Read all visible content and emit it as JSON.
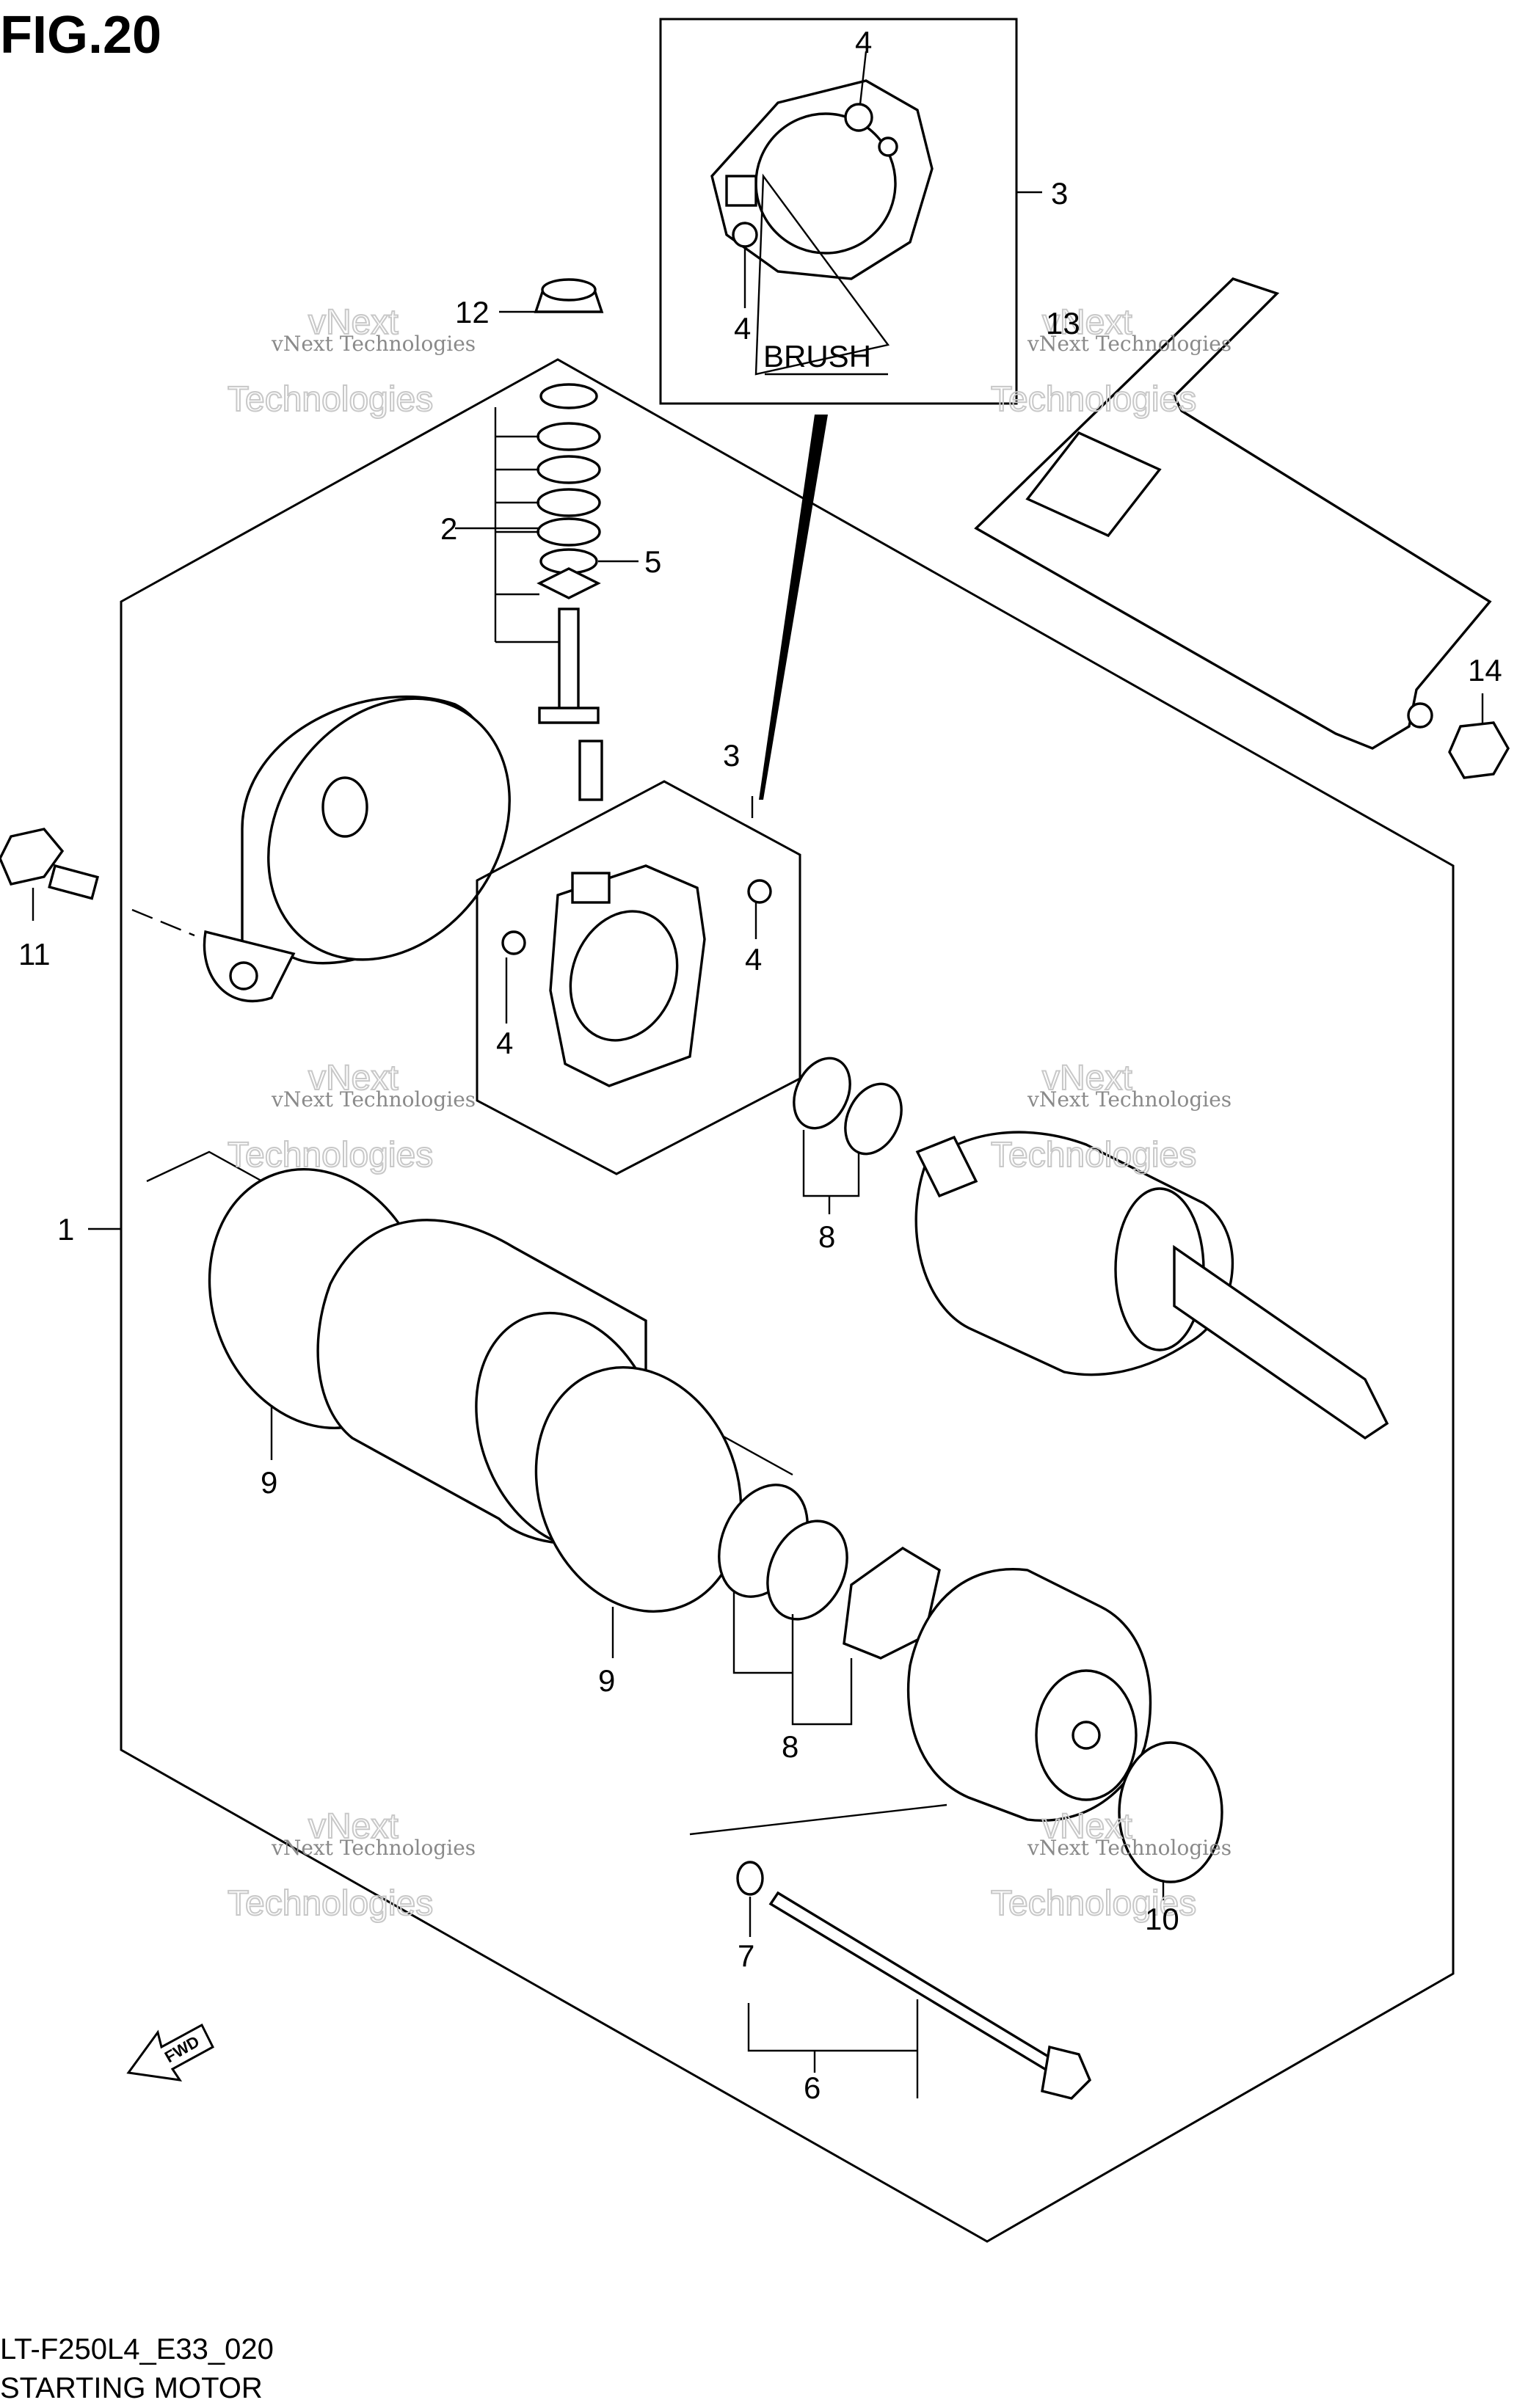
{
  "figure": {
    "title": "FIG.20"
  },
  "footer": {
    "code": "LT-F250L4_E33_020",
    "name": "STARTING MOTOR"
  },
  "detail": {
    "brush_label": "BRUSH"
  },
  "fwd": {
    "label": "FWD"
  },
  "watermark": {
    "line1": "vNext",
    "line2": "vNext Technologies",
    "line3": "Technologies"
  },
  "callouts": [
    {
      "id": "c1",
      "text": "1"
    },
    {
      "id": "c2",
      "text": "2"
    },
    {
      "id": "c3a",
      "text": "3"
    },
    {
      "id": "c3b",
      "text": "3"
    },
    {
      "id": "c4a",
      "text": "4"
    },
    {
      "id": "c4b",
      "text": "4"
    },
    {
      "id": "c4c",
      "text": "4"
    },
    {
      "id": "c4d",
      "text": "4"
    },
    {
      "id": "c5",
      "text": "5"
    },
    {
      "id": "c6",
      "text": "6"
    },
    {
      "id": "c7",
      "text": "7"
    },
    {
      "id": "c8a",
      "text": "8"
    },
    {
      "id": "c8b",
      "text": "8"
    },
    {
      "id": "c9a",
      "text": "9"
    },
    {
      "id": "c9b",
      "text": "9"
    },
    {
      "id": "c10",
      "text": "10"
    },
    {
      "id": "c11",
      "text": "11"
    },
    {
      "id": "c12",
      "text": "12"
    },
    {
      "id": "c13",
      "text": "13"
    },
    {
      "id": "c14",
      "text": "14"
    }
  ]
}
